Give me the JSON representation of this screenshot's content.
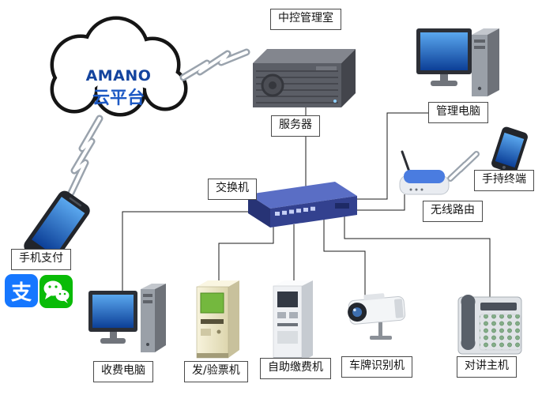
{
  "title": "中控管理室",
  "cloud": {
    "brand": "AMANO",
    "platform": "云平台"
  },
  "nodes": {
    "server": {
      "label": "服务器"
    },
    "management_pc": {
      "label": "管理电脑"
    },
    "handheld": {
      "label": "手持终端"
    },
    "wireless_router": {
      "label": "无线路由"
    },
    "switch": {
      "label": "交换机"
    },
    "mobile_payment": {
      "label": "手机支付"
    },
    "fee_pc": {
      "label": "收费电脑"
    },
    "ticket_machine": {
      "label": "发/验票机"
    },
    "self_payment": {
      "label": "自助缴费机"
    },
    "lpr_camera": {
      "label": "车牌识别机"
    },
    "intercom": {
      "label": "对讲主机"
    }
  },
  "icons": {
    "alipay": {
      "glyph": "支",
      "color": "#1677ff"
    },
    "wechat": {
      "color": "#09bb07"
    }
  },
  "connections": [
    {
      "from": "服务器",
      "to": "交换机",
      "type": "wired"
    },
    {
      "from": "管理电脑",
      "to": "交换机",
      "type": "wired"
    },
    {
      "from": "无线路由",
      "to": "交换机",
      "type": "wired"
    },
    {
      "from": "收费电脑",
      "to": "交换机",
      "type": "wired"
    },
    {
      "from": "发/验票机",
      "to": "交换机",
      "type": "wired"
    },
    {
      "from": "自助缴费机",
      "to": "交换机",
      "type": "wired"
    },
    {
      "from": "车牌识别机",
      "to": "交换机",
      "type": "wired"
    },
    {
      "from": "对讲主机",
      "to": "交换机",
      "type": "wired"
    },
    {
      "from": "AMANO云平台",
      "to": "服务器",
      "type": "wireless"
    },
    {
      "from": "AMANO云平台",
      "to": "手机支付",
      "type": "wireless"
    },
    {
      "from": "无线路由",
      "to": "手持终端",
      "type": "wireless"
    }
  ],
  "colors": {
    "cloud_text": "#1d59c4",
    "switch_blue": "#33418f",
    "screen_blue": "#0c3f97",
    "label_border": "#4a4a4a",
    "kiosk_cream": "#eee8c6",
    "ticket_screen_green": "#74b83e"
  }
}
